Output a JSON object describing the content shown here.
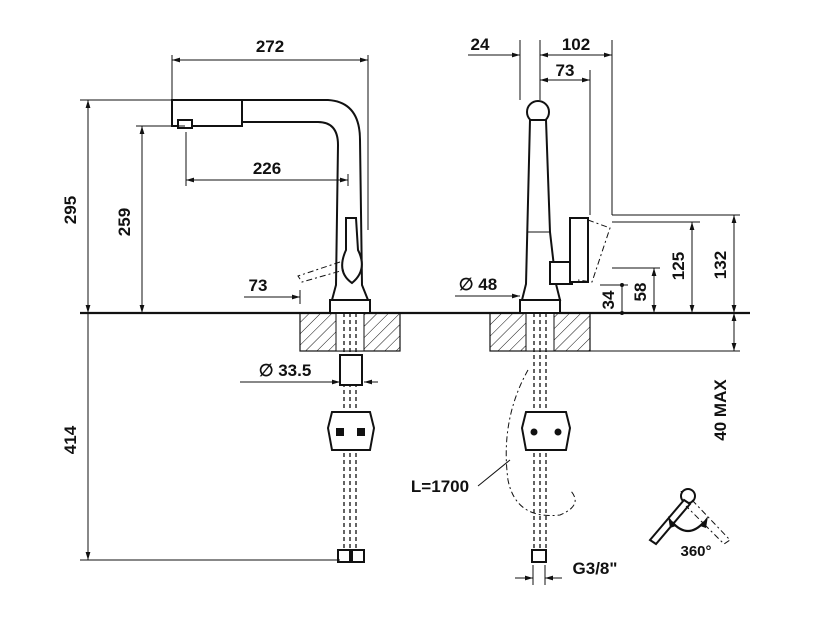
{
  "dimensions": {
    "front_width": "272",
    "front_height": "295",
    "front_spout_height": "259",
    "front_reach": "226",
    "front_handle": "73",
    "front_hole_diameter": "∅ 33.5",
    "front_below_deck": "414",
    "side_offset": "24",
    "side_depth": "102",
    "side_handle_depth": "73",
    "side_base_diameter": "∅ 48",
    "side_h34": "34",
    "side_h58": "58",
    "side_h125": "125",
    "side_h132": "132",
    "side_deck_thickness": "40 MAX",
    "hose_length": "L=1700",
    "connector": "G3/8\"",
    "rotation": "360°"
  },
  "icons": {
    "rotation": "rotation-arrow-icon",
    "diameter": "diameter-symbol"
  }
}
